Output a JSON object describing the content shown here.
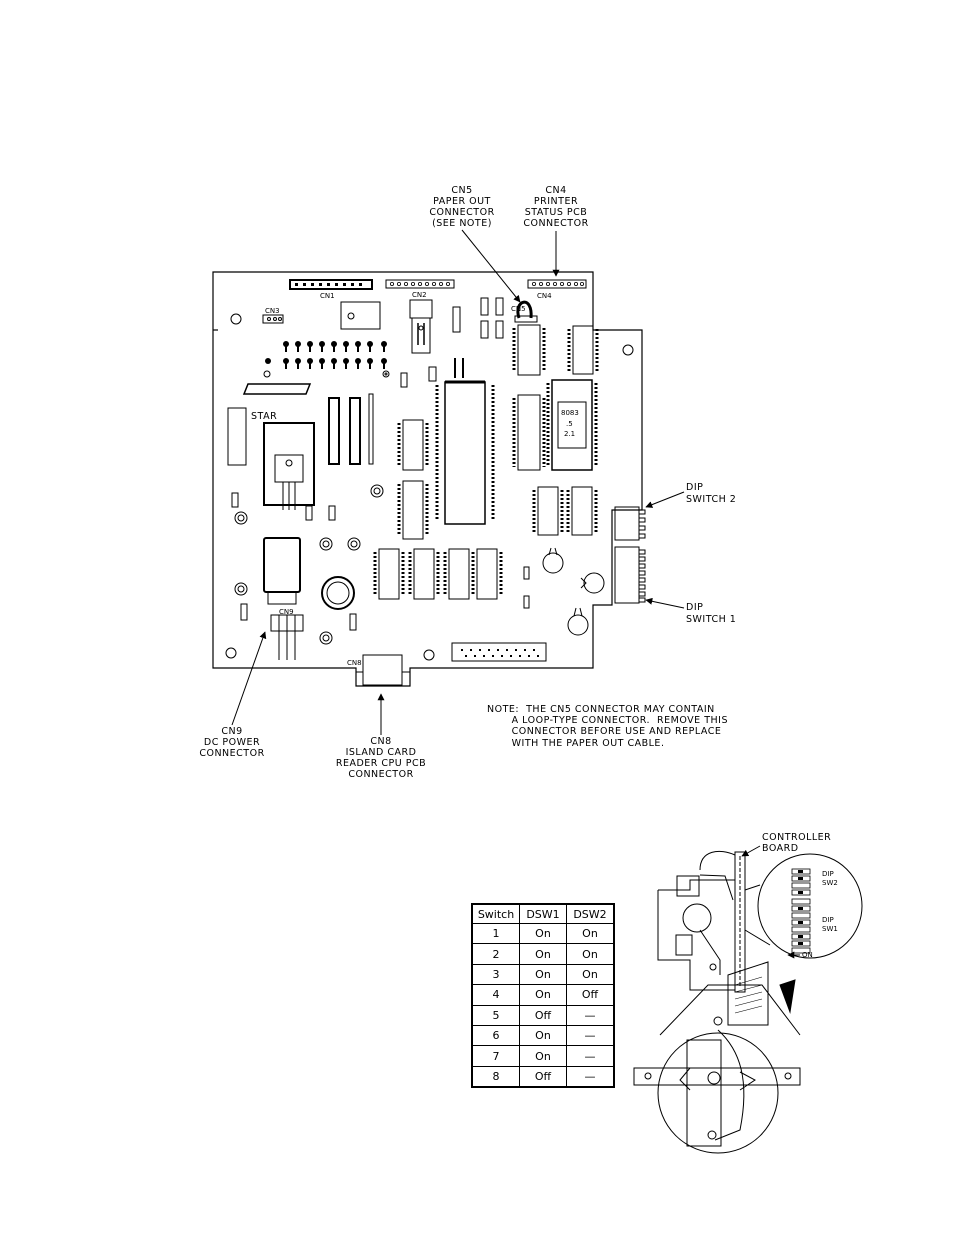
{
  "labels": {
    "cn5_callout": [
      "CN5",
      "PAPER OUT",
      "CONNECTOR",
      "(SEE NOTE)"
    ],
    "cn4_callout": [
      "CN4",
      "PRINTER",
      "STATUS PCB",
      "CONNECTOR"
    ],
    "dip2_callout": [
      "DIP",
      "SWITCH 2"
    ],
    "dip1_callout": [
      "DIP",
      "SWITCH 1"
    ],
    "cn9_callout": [
      "CN9",
      "DC POWER",
      "CONNECTOR"
    ],
    "cn8_callout": [
      "CN8",
      "ISLAND CARD",
      "READER CPU PCB",
      "CONNECTOR"
    ],
    "controller_callout": [
      "CONTROLLER",
      "BOARD"
    ]
  },
  "board_text": {
    "cn1": "CN1",
    "cn2": "CN2",
    "cn3": "CN3",
    "cn4": "CN4",
    "cn5": "CN5",
    "cn8": "CN8",
    "cn9": "CN9",
    "star": "STAR",
    "chip": [
      "8083",
      ".5",
      "2.1"
    ]
  },
  "inset_text": {
    "dip": "DIP",
    "sw2": "SW2",
    "sw1": "SW1",
    "on": "ON"
  },
  "note": "NOTE:  THE CN5 CONNECTOR MAY CONTAIN\n       A LOOP-TYPE CONNECTOR.  REMOVE THIS\n       CONNECTOR BEFORE USE AND REPLACE\n       WITH THE PAPER OUT CABLE.",
  "dip_table": {
    "headers": [
      "Switch",
      "DSW1",
      "DSW2"
    ],
    "rows": [
      [
        "1",
        "On",
        "On"
      ],
      [
        "2",
        "On",
        "On"
      ],
      [
        "3",
        "On",
        "On"
      ],
      [
        "4",
        "On",
        "Off"
      ],
      [
        "5",
        "Off",
        "—"
      ],
      [
        "6",
        "On",
        "—"
      ],
      [
        "7",
        "On",
        "—"
      ],
      [
        "8",
        "Off",
        "—"
      ]
    ]
  }
}
